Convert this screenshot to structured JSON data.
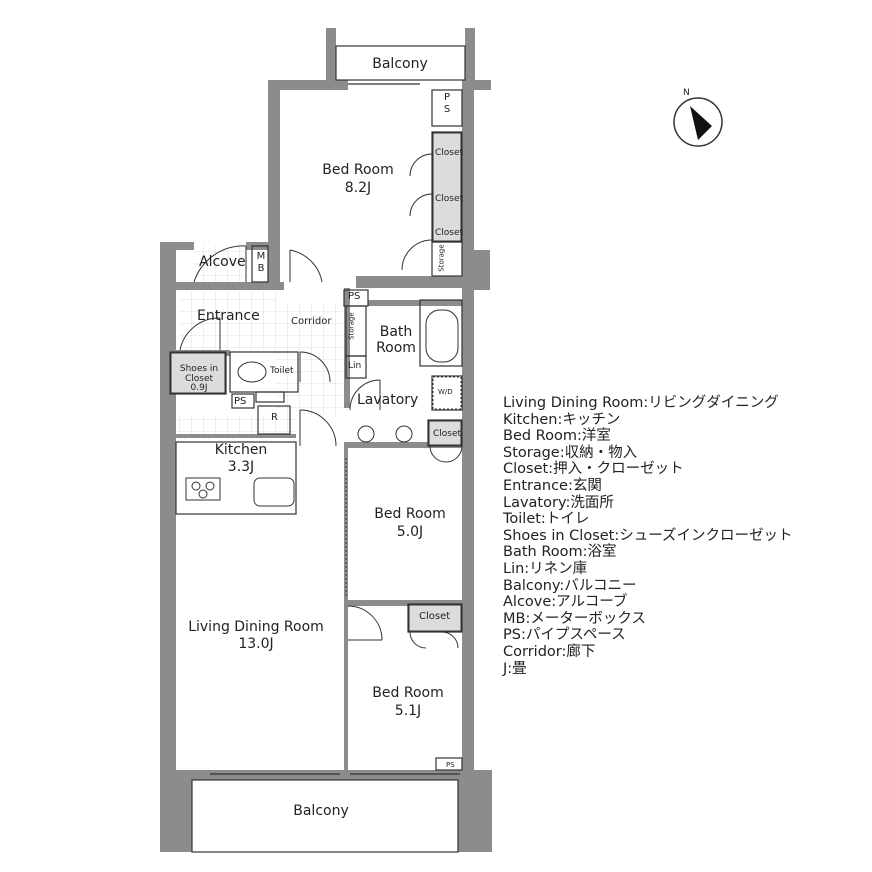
{
  "rooms": {
    "balcony_top": "Balcony",
    "bed_top": "Bed Room",
    "bed_top_size": "8.2J",
    "alcove": "Alcove",
    "mb": "M B",
    "ps_top": "P S",
    "closet_1": "Closet",
    "closet_2": "Closet",
    "closet_3": "Closet",
    "storage_top": "Storage",
    "ps_mid": "PS",
    "entrance": "Entrance",
    "corridor": "Corridor",
    "storage_corr": "Storage",
    "bath": "Bath Room",
    "shoes": "Shoes in Closet",
    "shoes_size": "0.9J",
    "toilet": "Toilet",
    "lin": "Lin",
    "lavatory": "Lavatory",
    "wd": "W/D",
    "ps_left": "PS",
    "r": "R",
    "closet_lav": "Closet",
    "kitchen": "Kitchen",
    "kitchen_size": "3.3J",
    "bed_mid": "Bed Room",
    "bed_mid_size": "5.0J",
    "ldr": "Living Dining Room",
    "ldr_size": "13.0J",
    "closet_bed3": "Closet",
    "bed_low": "Bed Room",
    "bed_low_size": "5.1J",
    "ps_low": "PS",
    "balcony_bottom": "Balcony"
  },
  "compass": {
    "label": "N"
  },
  "legend": [
    "Living Dining Room:リビングダイニング",
    "Kitchen:キッチン",
    "Bed Room:洋室",
    "Storage:収納・物入",
    "Closet:押入・クローゼット",
    "Entrance:玄関",
    "Lavatory:洗面所",
    "Toilet:トイレ",
    "Shoes in Closet:シューズインクローゼット",
    "Bath Room:浴室",
    "Lin:リネン庫",
    "Balcony:バルコニー",
    "Alcove:アルコーブ",
    "MB:メーターボックス",
    "PS:パイプスペース",
    "Corridor:廊下",
    "J:畳"
  ],
  "colors": {
    "wall": "#8c8c8c",
    "line": "#333333",
    "fill": "#dcdcdc"
  }
}
